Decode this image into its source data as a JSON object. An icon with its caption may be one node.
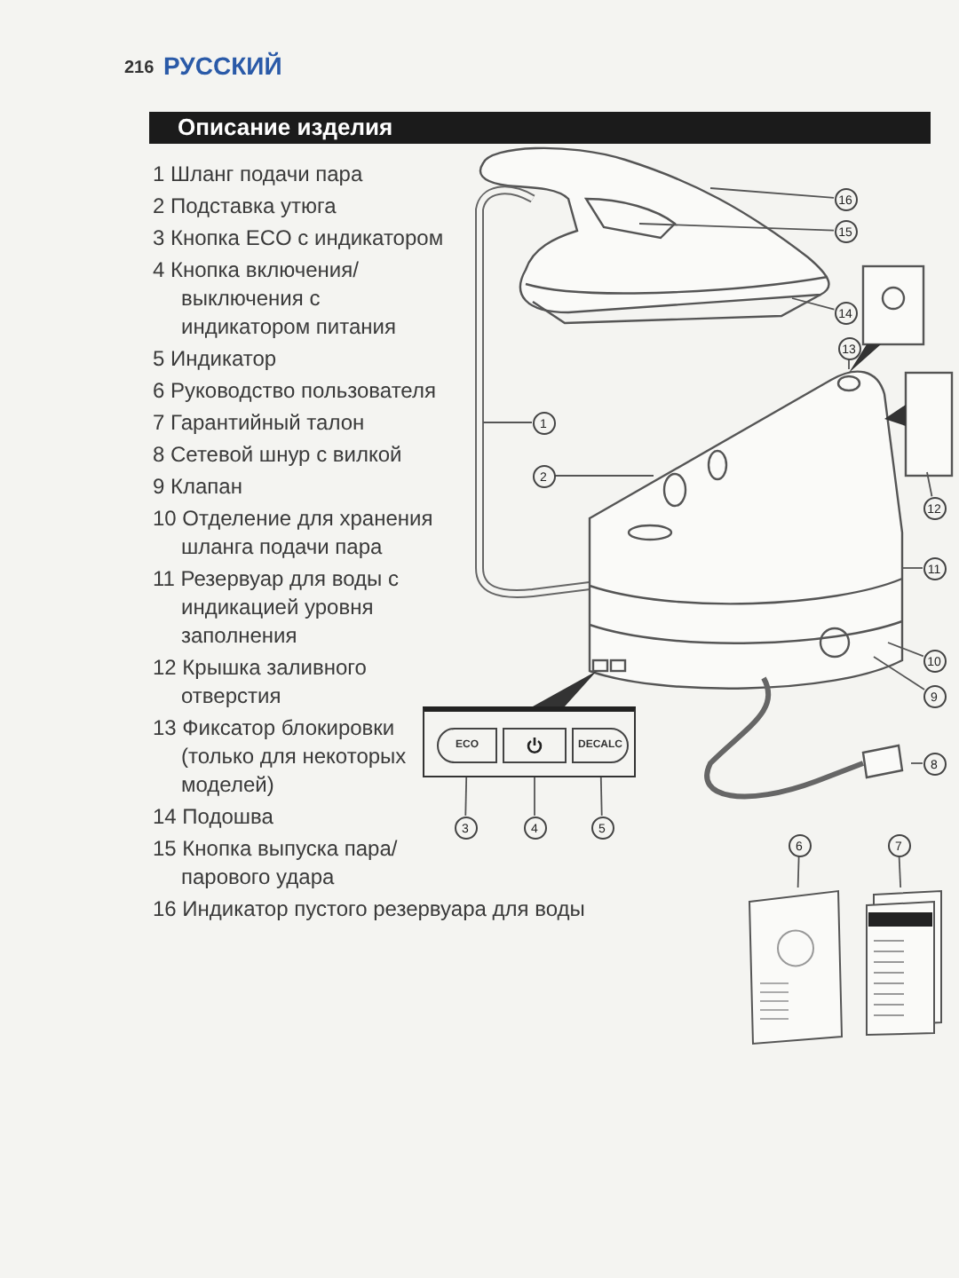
{
  "diagram": {
    "title": "Описание изделия",
    "nodes": [
      {
        "text": [
          "1"
        ]
      },
      {
        "text": [
          "2"
        ]
      },
      {
        "text": [
          "3"
        ]
      },
      {
        "text": [
          "4"
        ]
      },
      {
        "text": [
          "5"
        ]
      },
      {
        "text": [
          "6"
        ]
      },
      {
        "text": [
          "7"
        ]
      },
      {
        "text": [
          "8"
        ]
      },
      {
        "text": [
          "9"
        ]
      },
      {
        "text": [
          "10"
        ]
      },
      {
        "text": [
          "11"
        ]
      },
      {
        "text": [
          "12"
        ]
      },
      {
        "text": [
          "13"
        ]
      },
      {
        "text": [
          "14"
        ]
      },
      {
        "text": [
          "15"
        ]
      },
      {
        "text": [
          "16"
        ]
      },
      {
        "text": [],
        "shape": "box"
      },
      {
        "text": [
          "ECO"
        ],
        "in": 16
      },
      {
        "text": [],
        "shape": "box",
        "in": 16
      },
      {
        "text": [
          "DECALC"
        ],
        "in": 16
      },
      {
        "text": [],
        "shape": "picture"
      },
      {
        "text": [],
        "shape": "picture"
      }
    ],
    "edges": [
      {
        "from": 0,
        "to": null,
        "arrow": "none"
      },
      {
        "from": 1,
        "to": null,
        "arrow": "none"
      },
      {
        "from": 2,
        "to": 17,
        "arrow": "none"
      },
      {
        "from": 3,
        "to": 18,
        "arrow": "none"
      },
      {
        "from": 4,
        "to": 19,
        "arrow": "none"
      },
      {
        "from": 5,
        "to": 20,
        "arrow": "none"
      },
      {
        "from": 6,
        "to": 21,
        "arrow": "none"
      },
      {
        "from": 7,
        "to": null,
        "arrow": "none"
      },
      {
        "from": 8,
        "to": null,
        "arrow": "none"
      },
      {
        "from": 9,
        "to": null,
        "arrow": "none"
      },
      {
        "from": 10,
        "to": null,
        "arrow": "none"
      },
      {
        "from": 11,
        "to": null,
        "arrow": "none"
      },
      {
        "from": 12,
        "to": null,
        "arrow": "none"
      },
      {
        "from": 13,
        "to": null,
        "arrow": "none"
      },
      {
        "from": 14,
        "to": null,
        "arrow": "none"
      },
      {
        "from": 15,
        "to": null,
        "arrow": "none"
      }
    ],
    "labels": [
      "216",
      "РУССКИЙ",
      "1 Шланг подачи пара",
      "2 Подставка утюга",
      "3 Кнопка ECO с индикатором",
      "4 Кнопка включения/ выключения с индикатором питания",
      "5 Индикатор",
      "6 Руководство пользователя",
      "7 Гарантийный талон",
      "8 Сетевой шнур с вилкой",
      "9 Клапан",
      "10 Отделение для хранения шланга подачи пара",
      "11 Резервуар для воды с индикацией уровня заполнения",
      "12 Крышка заливного отверстия",
      "13 Фиксатор блокировки (только для некоторых моделей)",
      "14 Подошва",
      "15 Кнопка выпуска пара/ парового удара",
      "16 Индикатор пустого резервуара для воды"
    ]
  }
}
